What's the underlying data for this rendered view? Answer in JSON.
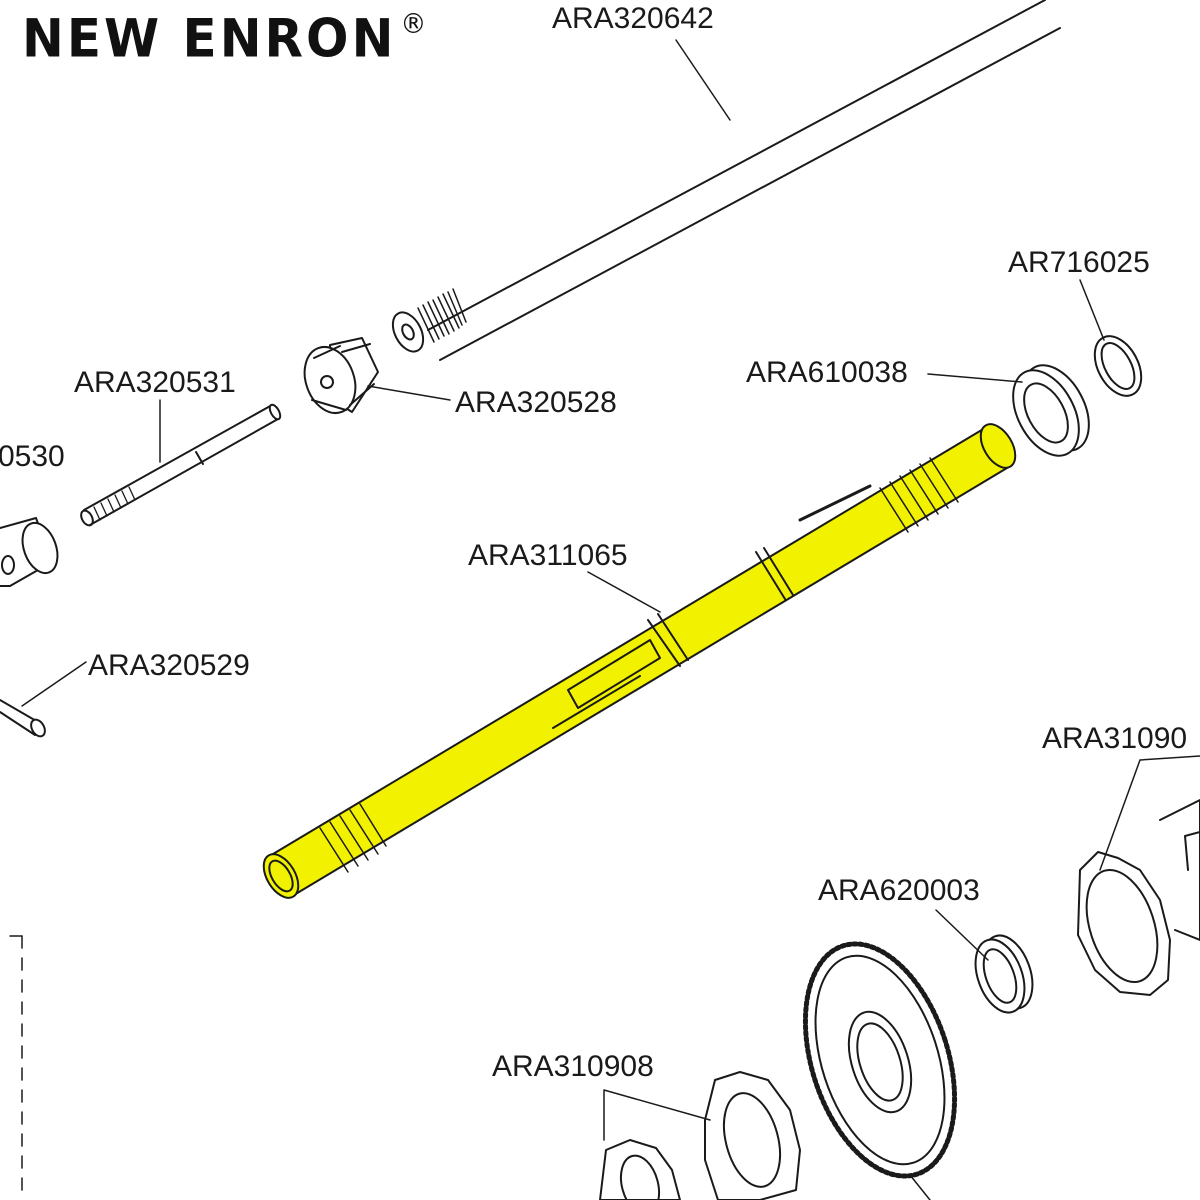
{
  "brand": {
    "name": "NEW ENRON",
    "mark": "®"
  },
  "parts": [
    {
      "id": "ARA320642"
    },
    {
      "id": "AR716025"
    },
    {
      "id": "ARA610038"
    },
    {
      "id": "ARA320531"
    },
    {
      "id": "ARA320528"
    },
    {
      "id": "0530"
    },
    {
      "id": "ARA311065"
    },
    {
      "id": "ARA320529"
    },
    {
      "id": "ARA31090"
    },
    {
      "id": "ARA620003"
    },
    {
      "id": "ARA310908"
    }
  ],
  "colors": {
    "highlight": "#f2f200",
    "line": "#1a1a1a",
    "label": "#1a1a1a"
  }
}
